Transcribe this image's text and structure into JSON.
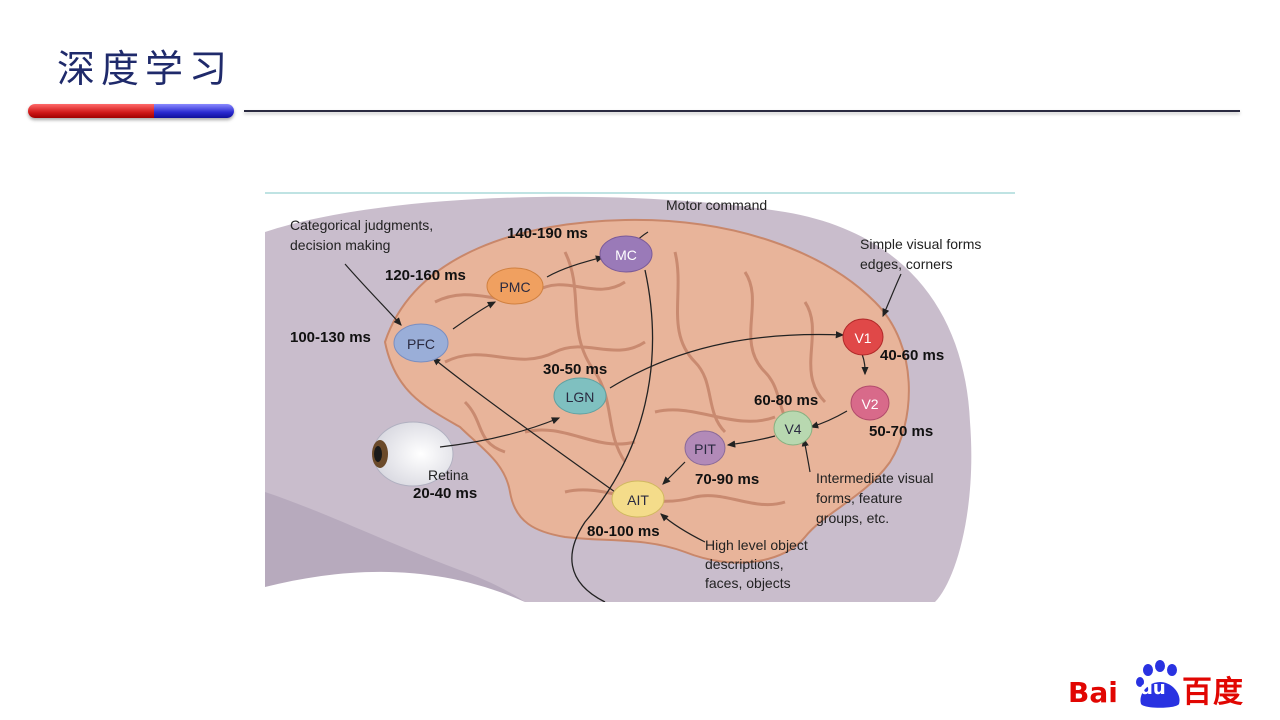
{
  "slide": {
    "title": "深度学习"
  },
  "diagram": {
    "nodes": {
      "pfc": "PFC",
      "pmc": "PMC",
      "mc": "MC",
      "lgn": "LGN",
      "v1": "V1",
      "v2": "V2",
      "v4": "V4",
      "pit": "PIT",
      "ait": "AIT"
    },
    "latencies": {
      "mc": "140-190 ms",
      "pmc": "120-160 ms",
      "pfc": "100-130 ms",
      "lgn": "30-50 ms",
      "v1": "40-60 ms",
      "v4": "60-80 ms",
      "v2": "50-70 ms",
      "pit": "70-90 ms",
      "ait": "80-100 ms",
      "retina": "20-40 ms"
    },
    "annotations": {
      "motor": "Motor command",
      "categorical_1": "Categorical judgments,",
      "categorical_2": "decision making",
      "simple_1": "Simple visual forms",
      "simple_2": "edges, corners",
      "retina": "Retina",
      "intermediate_1": "Intermediate visual",
      "intermediate_2": "forms, feature",
      "intermediate_3": "groups, etc.",
      "high_1": "High level object",
      "high_2": "descriptions,",
      "high_3": "faces, objects"
    },
    "colors": {
      "brain": "#e9b69c",
      "head": "#c8bccb",
      "pfc": "#9aaed8",
      "pmc": "#f0a060",
      "mc": "#9a7ab8",
      "lgn": "#7fc0c0",
      "v1": "#e04848",
      "v2": "#d86a8a",
      "v4": "#b8d8b0",
      "pit": "#b28ab8",
      "ait": "#f4dc8a"
    }
  },
  "logo": {
    "latin": "Bai",
    "du": "du",
    "chinese": "百度",
    "color": "#e10602"
  }
}
